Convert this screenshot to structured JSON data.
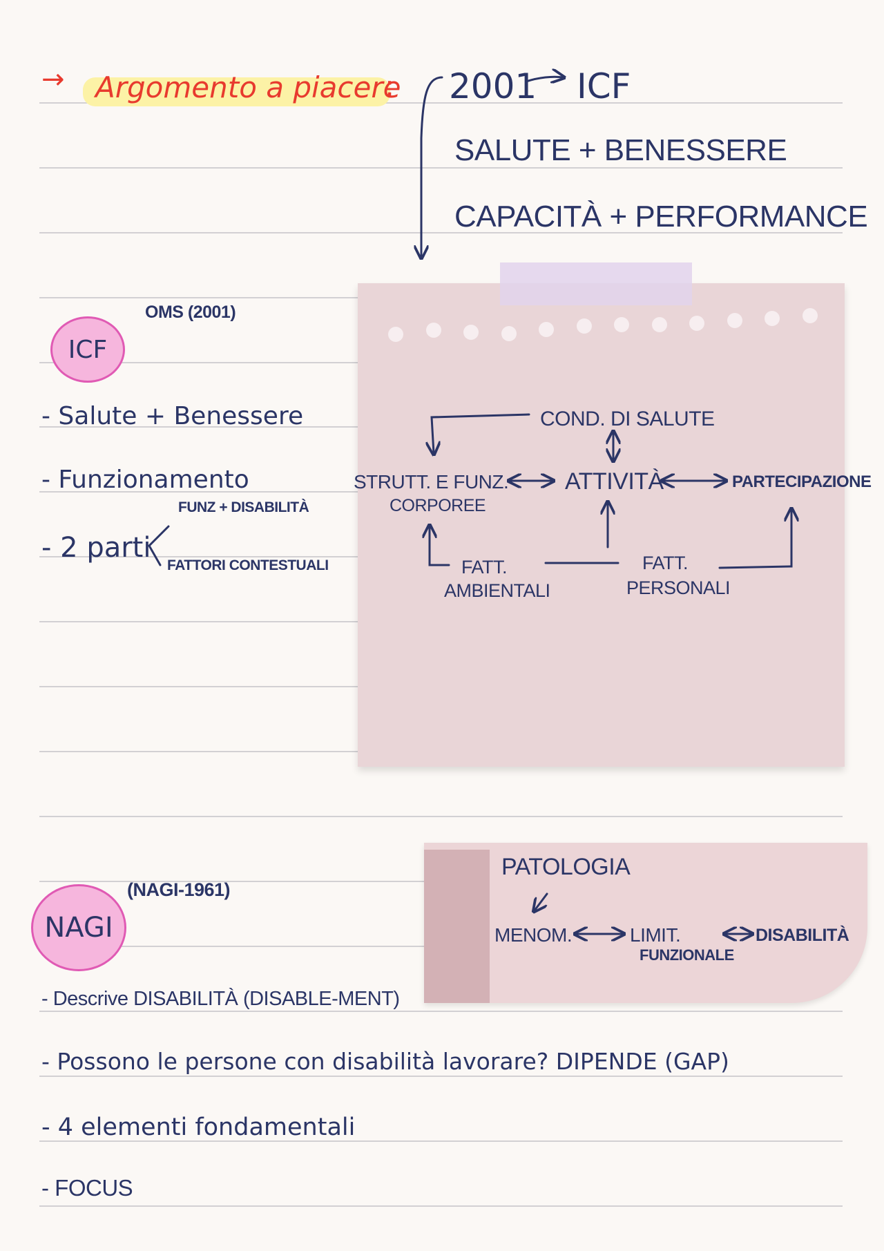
{
  "header": {
    "arrow": "→",
    "title_main": "Argomento a piacere",
    "title_colon": ":",
    "timeline": "2001",
    "timeline_target": "ICF",
    "line1": "SALUTE + BENESSERE",
    "line2": "CAPACITÀ + PERFORMANCE"
  },
  "icf_section": {
    "badge": "ICF",
    "source": "OMS (2001)",
    "bullets": [
      "- Salute + Benessere",
      "- Funzionamento",
      "- 2 parti"
    ],
    "parts": [
      "FUNZ + DISABILITÀ",
      "FATTORI CONTESTUALI"
    ]
  },
  "icf_diagram": {
    "cond": "COND. DI SALUTE",
    "strut_1": "STRUTT. E FUNZ.",
    "strut_2": "CORPOREE",
    "attivita": "ATTIVITÀ",
    "partecipazione": "PARTECIPAZIONE",
    "fatt_amb_1": "FATT.",
    "fatt_amb_2": "AMBIENTALI",
    "fatt_pers_1": "FATT.",
    "fatt_pers_2": "PERSONALI"
  },
  "nagi_section": {
    "badge": "NAGI",
    "source": "(NAGI-1961)",
    "bullets": [
      "- Descrive DISABILITÀ (DISABLE-MENT)",
      "- Possono le persone con disabilità lavorare? DIPENDE (GAP)",
      "- 4 elementi fondamentali",
      "- FOCUS"
    ]
  },
  "nagi_diagram": {
    "patologia": "PATOLOGIA",
    "menom": "MENOM.",
    "limit_1": "LIMIT.",
    "limit_2": "FUNZIONALE",
    "disabilita": "DISABILITÀ"
  },
  "colors": {
    "ink": "#2b3566",
    "accent_red": "#e83a2e",
    "highlight": "#fcf2a6",
    "badge_fill": "#f6b6dd",
    "badge_stroke": "#e05ab4",
    "note": "#e9d5d7"
  }
}
